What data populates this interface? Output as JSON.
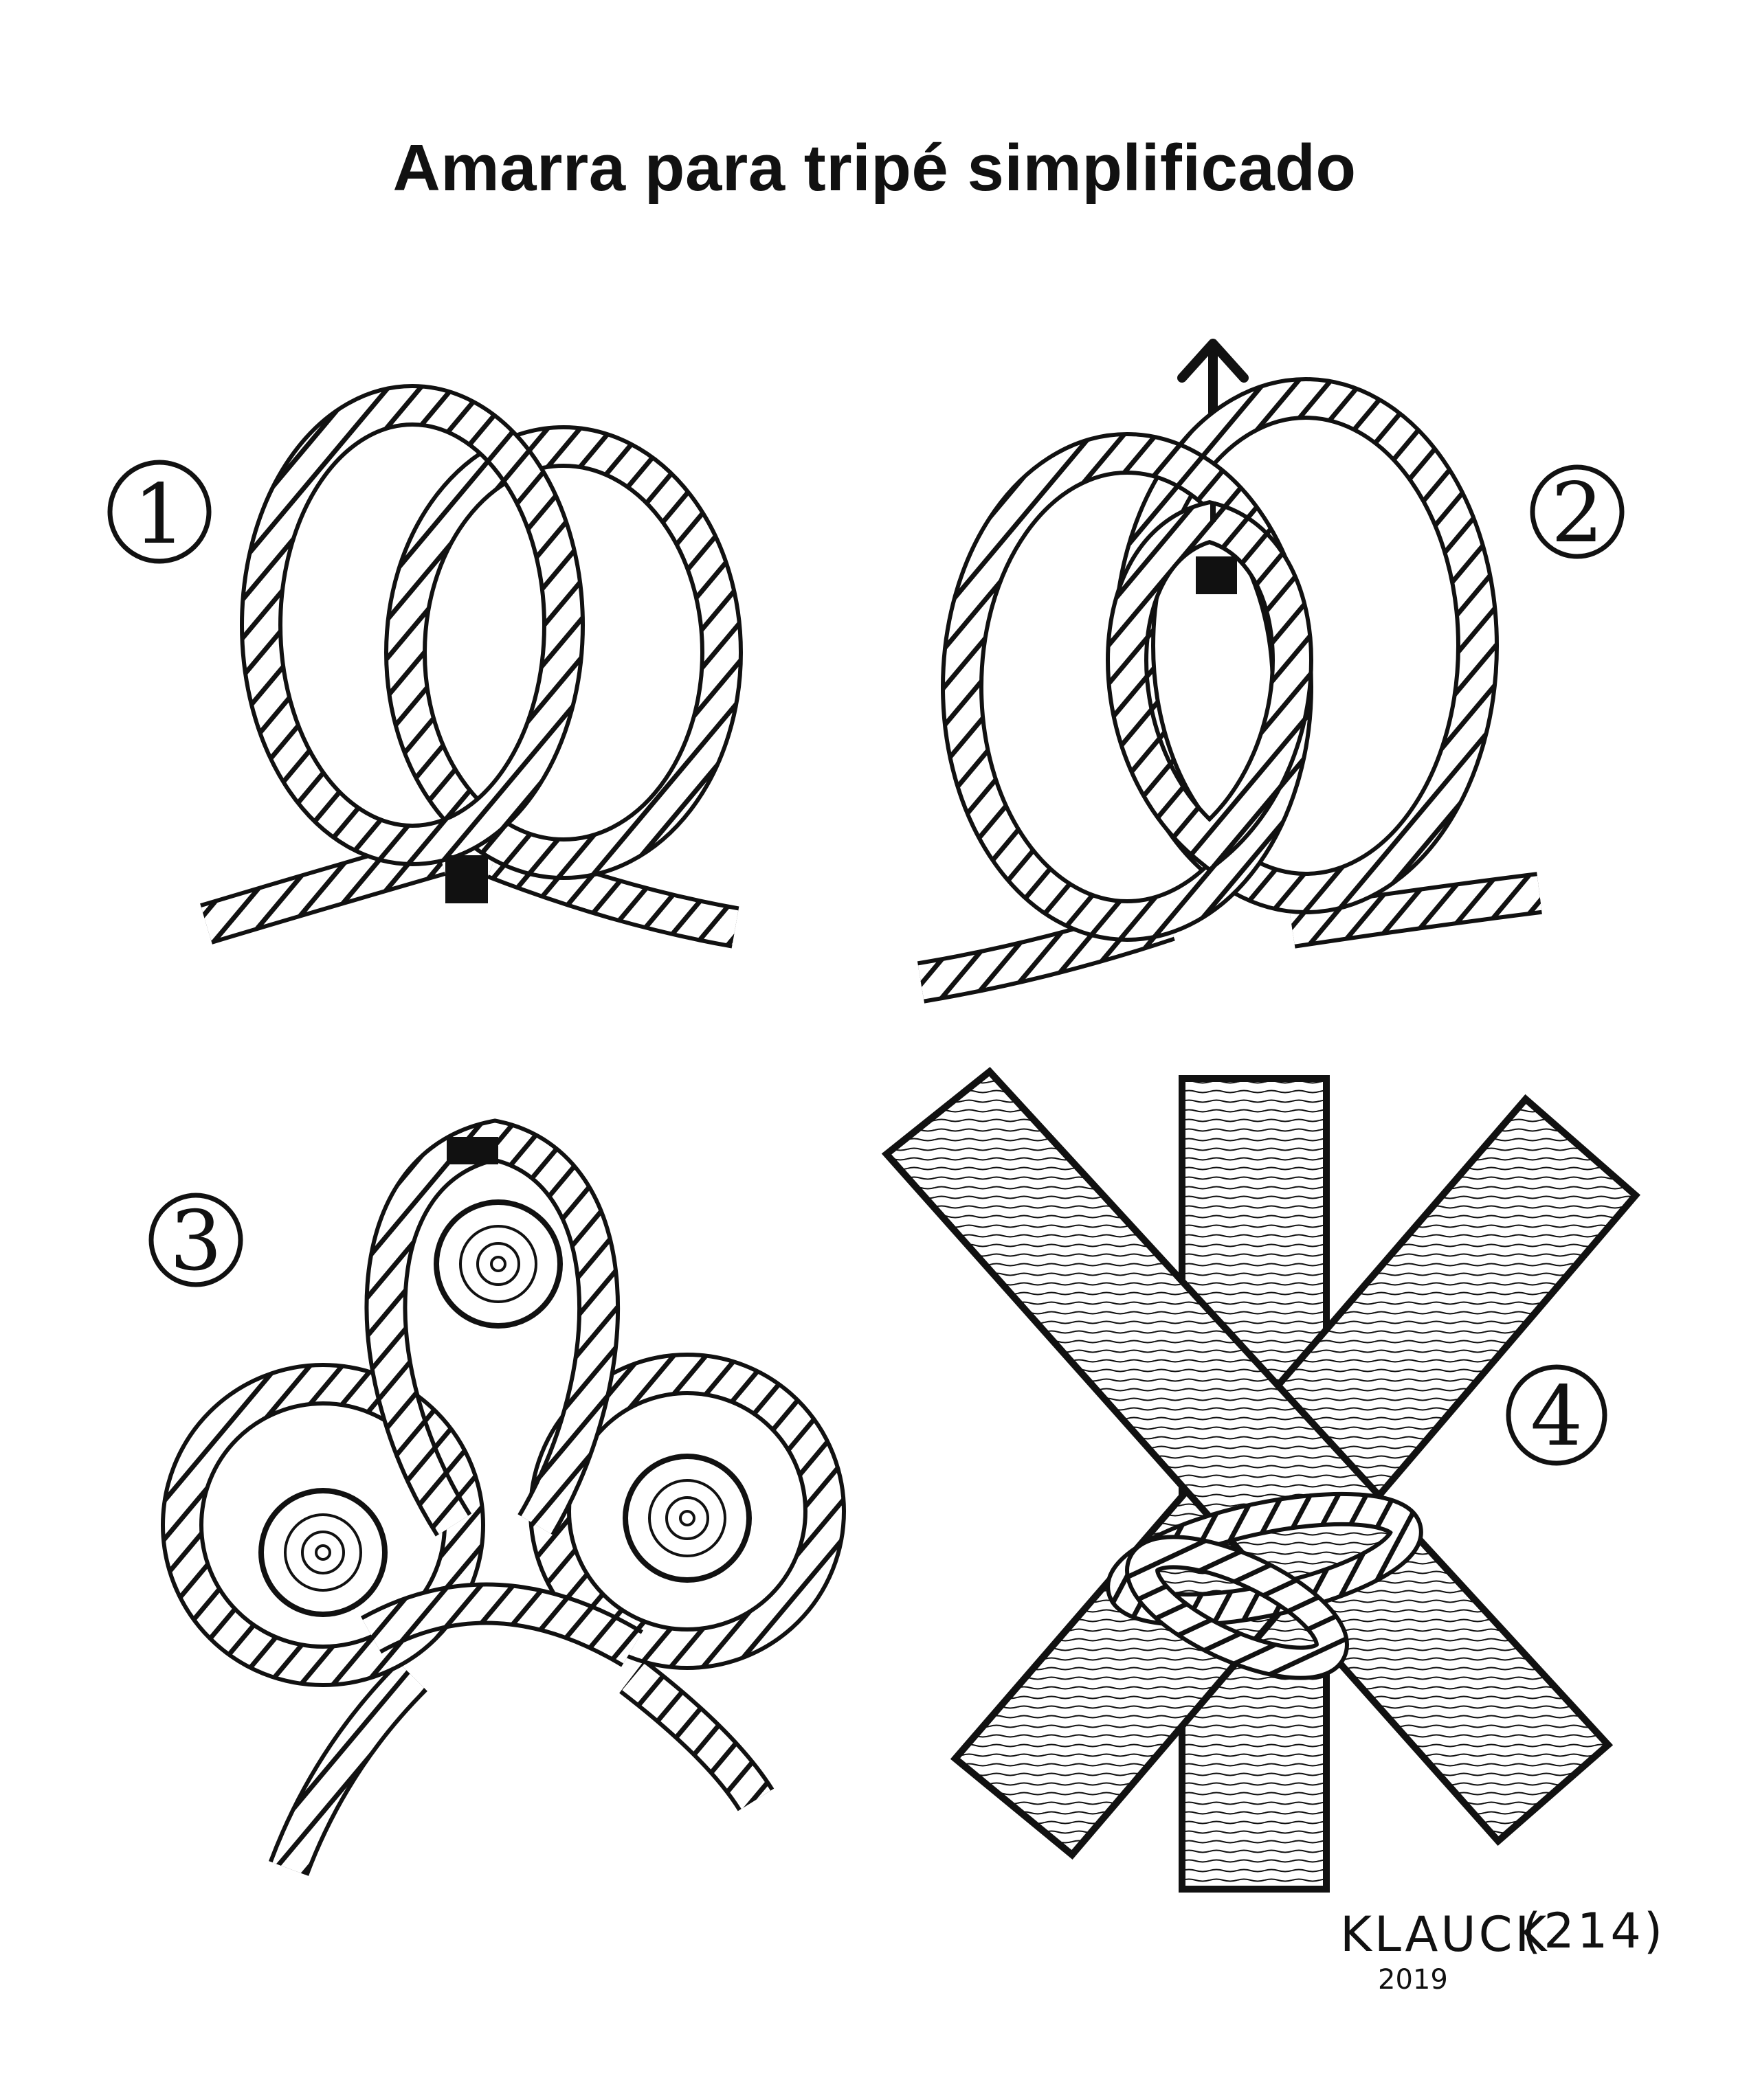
{
  "title": "Amarra para tripé simplificado",
  "steps": [
    {
      "number": "1"
    },
    {
      "number": "2"
    },
    {
      "number": "3"
    },
    {
      "number": "4"
    }
  ],
  "signature": {
    "name": "KLAUCK",
    "code": "(214)",
    "year": "2019"
  },
  "colors": {
    "ink": "#111111",
    "background": "#ffffff"
  },
  "icons": [
    "arrow-up-icon"
  ]
}
